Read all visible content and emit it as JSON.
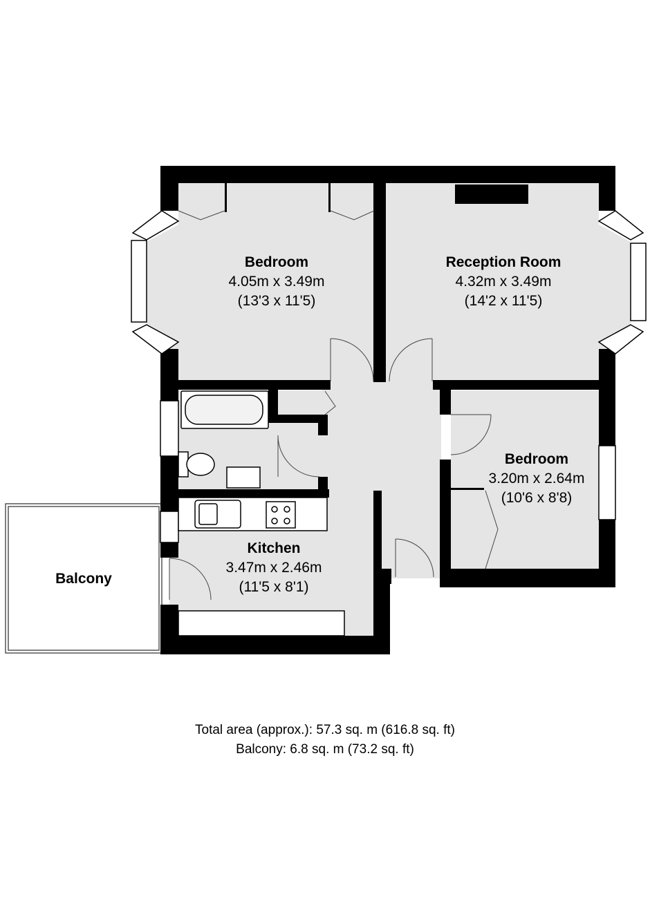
{
  "rooms": {
    "bedroom_1": {
      "name": "Bedroom",
      "metric": "4.05m x 3.49m",
      "imperial": "(13'3 x 11'5)"
    },
    "reception": {
      "name": "Reception Room",
      "metric": "4.32m x 3.49m",
      "imperial": "(14'2 x 11'5)"
    },
    "bedroom_2": {
      "name": "Bedroom",
      "metric": "3.20m x 2.64m",
      "imperial": "(10'6 x 8'8)"
    },
    "kitchen": {
      "name": "Kitchen",
      "metric": "3.47m x 2.46m",
      "imperial": "(11'5 x 8'1)"
    },
    "balcony": {
      "name": "Balcony"
    }
  },
  "summary": {
    "total_area": "Total area (approx.): 57.3 sq. m (616.8 sq. ft)",
    "balcony_area": "Balcony: 6.8 sq. m (73.2 sq. ft)"
  },
  "colors": {
    "floor": "#e5e5e5",
    "wall": "#000000",
    "fixture": "#ffffff"
  }
}
